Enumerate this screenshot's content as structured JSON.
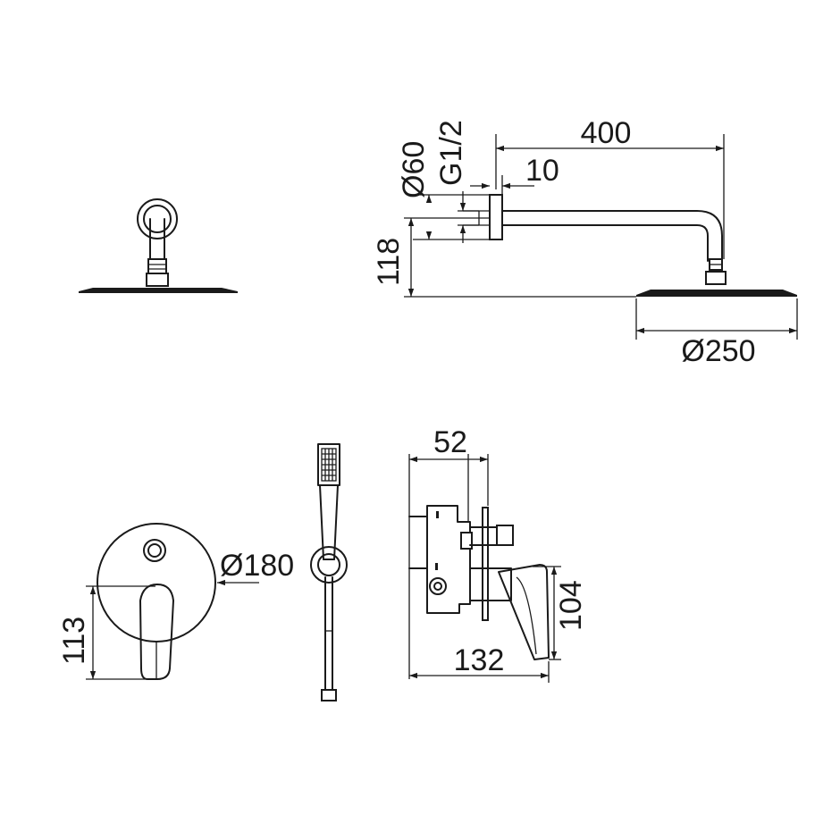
{
  "dimensions": {
    "arm_length": "400",
    "flange_diameter": "Ø60",
    "thread": "G1/2",
    "flange_depth": "10",
    "drop_height": "118",
    "head_diameter": "Ø250",
    "valve_depth": "52",
    "plate_diameter": "Ø180",
    "plate_height": "113",
    "lever_height": "104",
    "valve_total_depth": "132"
  }
}
